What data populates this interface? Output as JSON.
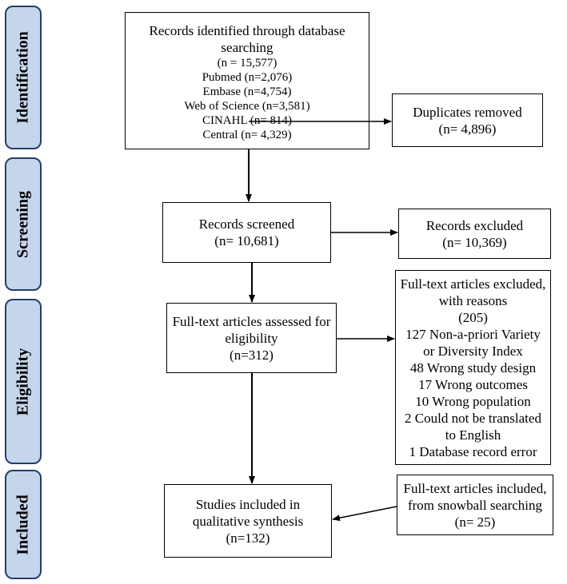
{
  "phases": {
    "identification": "Identification",
    "screening": "Screening",
    "eligibility": "Eligibility",
    "included": "Included"
  },
  "boxes": {
    "identified": {
      "title": "Records identified through database searching",
      "total": "(n = 15,577)",
      "sources": [
        "Pubmed (n=2,076)",
        "Embase (n=4,754)",
        "Web of Science (n=3,581)",
        "CINAHL (n= 814)",
        "Central (n= 4,329)"
      ]
    },
    "duplicates": {
      "label": "Duplicates removed",
      "count": "(n= 4,896)"
    },
    "screened": {
      "label": "Records screened",
      "count": "(n= 10,681)"
    },
    "excluded": {
      "label": "Records excluded",
      "count": "(n= 10,369)"
    },
    "fulltext": {
      "label": "Full-text articles assessed for eligibility",
      "count": "(n=312)"
    },
    "fulltext_excluded": {
      "label": "Full-text articles excluded, with reasons",
      "count": "(205)",
      "reasons": [
        "127 Non-a-priori Variety or Diversity Index",
        "48 Wrong study design",
        "17 Wrong outcomes",
        "10 Wrong population",
        "2 Could not be translated to English",
        "1 Database record error"
      ]
    },
    "included": {
      "label": "Studies included in qualitative synthesis",
      "count": "(n=132)"
    },
    "snowball": {
      "label": "Full-text articles included, from snowball searching",
      "count": "(n= 25)"
    }
  }
}
